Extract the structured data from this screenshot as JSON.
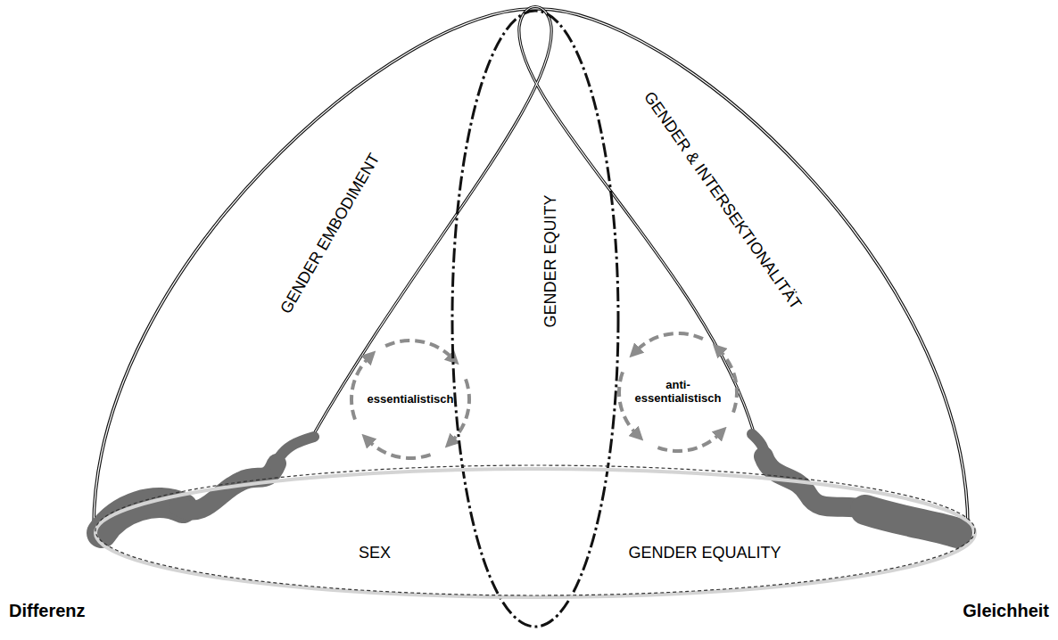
{
  "diagram": {
    "nodes": [
      {
        "text": [
          "GENDER EQUITY"
        ]
      },
      {
        "text": [
          "SEX",
          "GENDER EQUALITY"
        ]
      }
    ],
    "labels": [
      "GENDER EMBODIMENT",
      "GENDER & INTERSEKTIONALITÄT",
      "essentialistisch",
      "anti- essentialistisch",
      "Differenz",
      "Gleichheit"
    ]
  }
}
